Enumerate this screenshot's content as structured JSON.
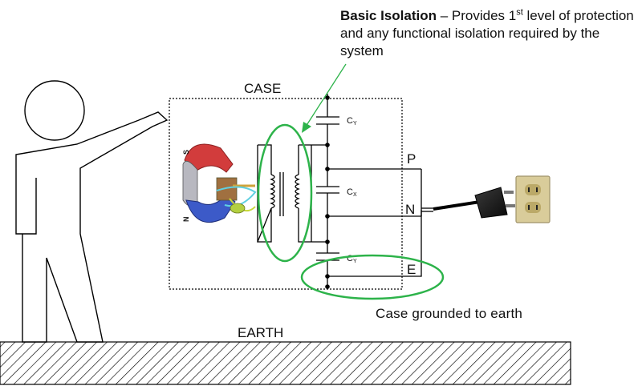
{
  "annotation": {
    "title": "Basic Isolation",
    "dash": " – Provides 1",
    "superscript": "st",
    "rest": " level of protection and any functional isolation required by the system"
  },
  "labels": {
    "case": "CASE",
    "earth": "EARTH",
    "ground_note": "Case grounded to earth",
    "cy_top": "C",
    "cy_top_sub": "Y",
    "cx": "C",
    "cx_sub": "X",
    "cy_bottom": "C",
    "cy_bottom_sub": "Y",
    "terminal_p": "P",
    "terminal_n": "N",
    "terminal_e": "E",
    "motor_s": "S",
    "motor_n": "N"
  },
  "colors": {
    "highlight": "#2db34a",
    "line": "#000000",
    "motor_red": "#d23c3c",
    "motor_blue": "#3c5ac8",
    "outlet": "#d9cc9a"
  },
  "icons": {
    "person": "person-pointing-icon",
    "motor": "motor-icon",
    "transformer": "transformer-icon",
    "plug": "power-plug-icon",
    "outlet": "wall-outlet-icon"
  }
}
